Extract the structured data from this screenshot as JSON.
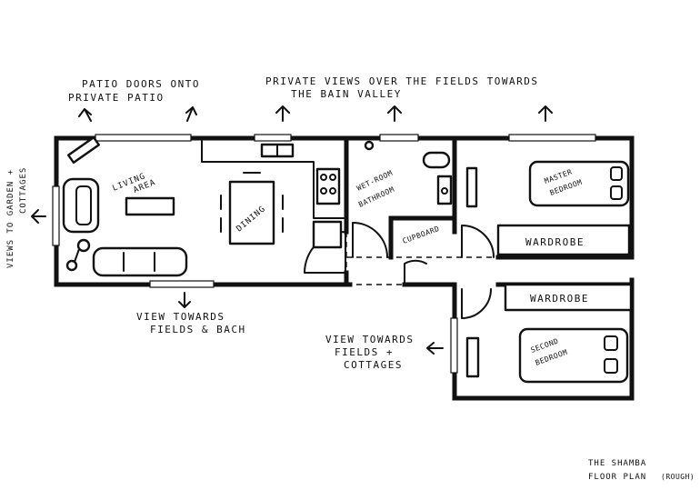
{
  "annotations": {
    "patio_line1": "PATIO DOORS ONTO",
    "patio_line2": "PRIVATE PATIO",
    "views_line1": "PRIVATE VIEWS OVER THE FIELDS TOWARDS",
    "views_line2": "THE BAIN VALLEY",
    "side_line1": "VIEWS TO GARDEN +",
    "side_line2": "COTTAGES",
    "bottom_left_line1": "VIEW TOWARDS",
    "bottom_left_line2": "FIELDS & BACH",
    "bottom_right_line1": "VIEW TOWARDS",
    "bottom_right_line2": "FIELDS +",
    "bottom_right_line3": "COTTAGES"
  },
  "rooms": {
    "living_line1": "LIVING",
    "living_line2": "AREA",
    "dining": "DINING",
    "wetroom_line1": "WET-ROOM",
    "wetroom_line2": "BATHROOM",
    "cupboard": "CUPBOARD",
    "master_line1": "MASTER",
    "master_line2": "BEDROOM",
    "wardrobe_top": "WARDROBE",
    "wardrobe_bottom": "WARDROBE",
    "second_line1": "SECOND",
    "second_line2": "BEDROOM"
  },
  "caption": {
    "line1": "THE SHAMBA",
    "line2": "FLOOR PLAN",
    "note": "(ROUGH)"
  },
  "arrows": [
    "up",
    "up",
    "up",
    "up",
    "up",
    "left",
    "down",
    "left"
  ],
  "colors": {
    "ink": "#111111",
    "paper": "#ffffff"
  }
}
